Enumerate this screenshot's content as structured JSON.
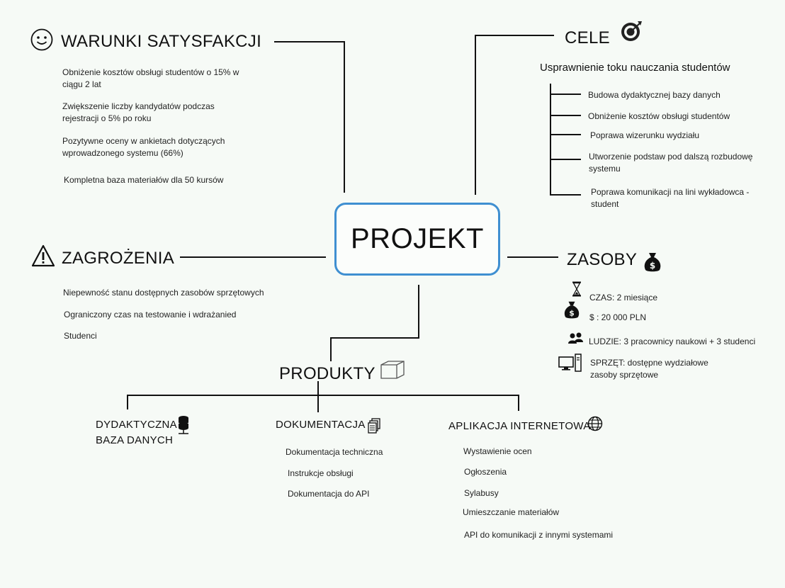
{
  "center": {
    "label": "PROJEKT"
  },
  "warunki": {
    "title": "WARUNKI SATYSFAKCJI",
    "icon": "smiley-icon",
    "items": [
      "Obniżenie kosztów obsługi studentów o 15% w ciągu 2 lat",
      "Zwiększenie liczby kandydatów podczas rejestracji o 5% po roku",
      "Pozytywne oceny w ankietach dotyczących wprowadzonego systemu (66%)",
      "Kompletna baza materiałów dla 50 kursów"
    ]
  },
  "cele": {
    "title": "CELE",
    "icon": "target-icon",
    "subtitle": "Usprawnienie toku nauczania studentów",
    "items": [
      "Budowa dydaktycznej bazy danych",
      "Obniżenie kosztów obsługi studentów",
      "Poprawa wizerunku wydziału",
      "Utworzenie podstaw pod dalszą rozbudowę systemu",
      "Poprawa komunikacji na lini wykładowca - student"
    ]
  },
  "zagrozenia": {
    "title": "ZAGROŻENIA",
    "icon": "warning-icon",
    "items": [
      "Niepewność stanu dostępnych zasobów sprzętowych",
      "Ograniczony czas na testowanie i wdrażanied",
      "Studenci"
    ]
  },
  "zasoby": {
    "title": "ZASOBY",
    "icon": "money-bag-icon",
    "items": [
      {
        "icon": "hourglass-icon",
        "text": "CZAS: 2 miesiące"
      },
      {
        "icon": "money-bag-icon",
        "text": "$ : 20 000 PLN"
      },
      {
        "icon": "people-icon",
        "text": "LUDZIE: 3 pracownicy naukowi + 3 studenci"
      },
      {
        "icon": "computer-icon",
        "text": "SPRZĘT: dostępne wydziałowe zasoby sprzętowe"
      }
    ]
  },
  "produkty": {
    "title": "PRODUKTY",
    "icon": "box-icon",
    "groups": [
      {
        "title": "DYDAKTYCZNA BAZA DANYCH",
        "icon": "database-icon",
        "items": []
      },
      {
        "title": "DOKUMENTACJA",
        "icon": "documents-icon",
        "items": [
          "Dokumentacja techniczna",
          "Instrukcje obsługi",
          "Dokumentacja do API"
        ]
      },
      {
        "title": "APLIKACJA INTERNETOWA",
        "icon": "globe-icon",
        "items": [
          "Wystawienie ocen",
          "Ogłoszenia",
          "Sylabusy",
          "Umieszczanie materiałów",
          "API do komunikacji z innymi systemami"
        ]
      }
    ]
  }
}
